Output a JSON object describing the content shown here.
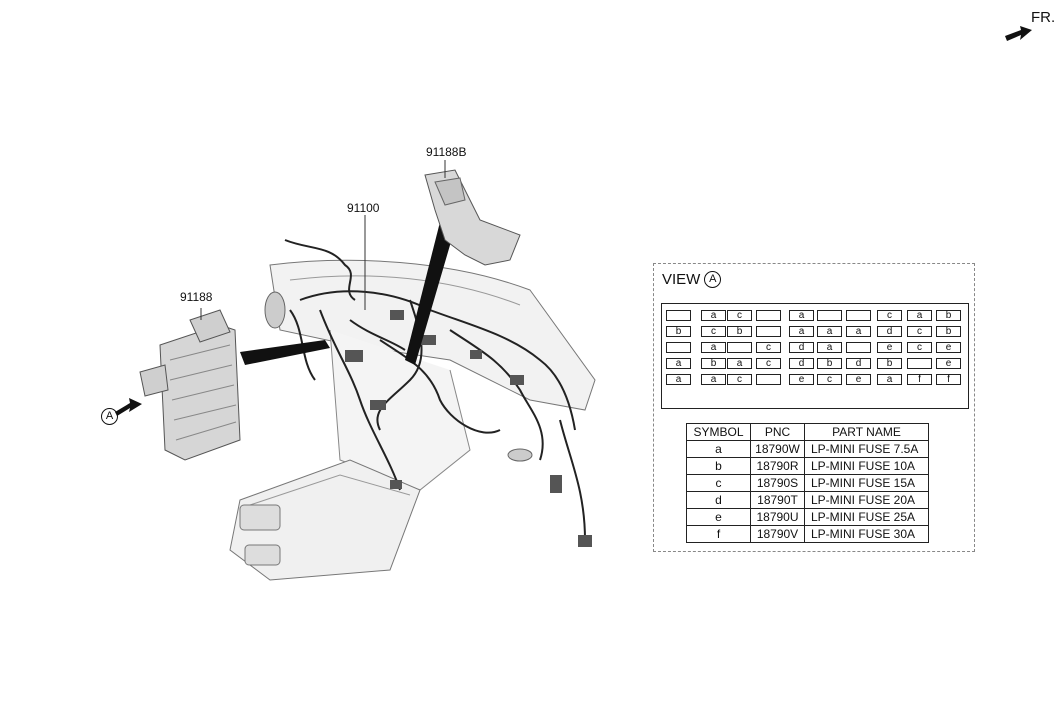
{
  "callouts": {
    "fr": "FR.",
    "p91188B": "91188B",
    "p91100": "91100",
    "p91188": "91188",
    "view_a_marker": "A"
  },
  "view": {
    "title": "VIEW",
    "marker": "A"
  },
  "fuse_rows": [
    [
      "",
      "a",
      "c",
      "",
      "a",
      "",
      "",
      "c",
      "a",
      "b"
    ],
    [
      "b",
      "c",
      "b",
      "",
      "a",
      "a",
      "a",
      "d",
      "c",
      "b"
    ],
    [
      "",
      "a",
      "",
      "c",
      "d",
      "a",
      "",
      "e",
      "c",
      "e"
    ],
    [
      "a",
      "b",
      "a",
      "c",
      "d",
      "b",
      "d",
      "b",
      "",
      "e"
    ],
    [
      "a",
      "a",
      "c",
      "",
      "e",
      "c",
      "e",
      "a",
      "f",
      "f"
    ]
  ],
  "table": {
    "headers": [
      "SYMBOL",
      "PNC",
      "PART NAME"
    ],
    "rows": [
      [
        "a",
        "18790W",
        "LP-MINI FUSE 7.5A"
      ],
      [
        "b",
        "18790R",
        "LP-MINI FUSE 10A"
      ],
      [
        "c",
        "18790S",
        "LP-MINI FUSE 15A"
      ],
      [
        "d",
        "18790T",
        "LP-MINI FUSE 20A"
      ],
      [
        "e",
        "18790U",
        "LP-MINI FUSE 25A"
      ],
      [
        "f",
        "18790V",
        "LP-MINI FUSE 30A"
      ]
    ]
  },
  "icons": {
    "fr_arrow": "arrow-icon",
    "view_arrow": "arrow-icon"
  }
}
